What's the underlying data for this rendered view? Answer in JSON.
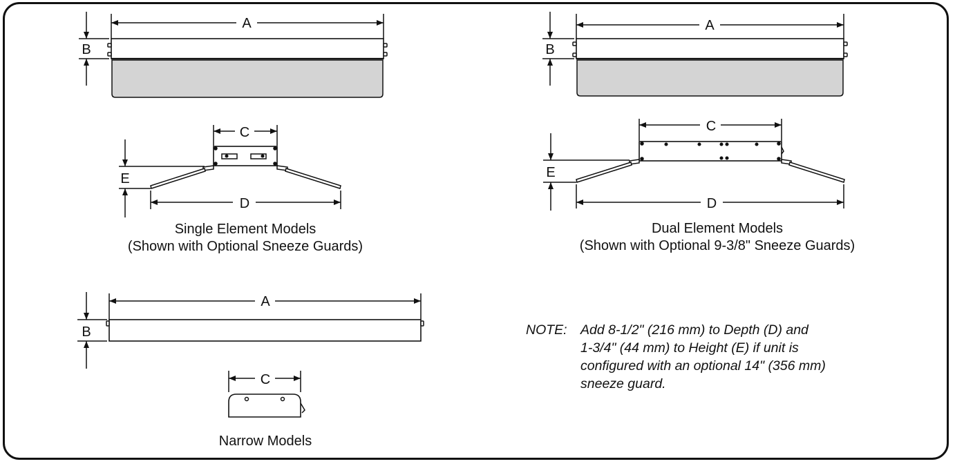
{
  "dimension_labels": {
    "a": "A",
    "b": "B",
    "c": "C",
    "d": "D",
    "e": "E"
  },
  "single": {
    "caption_line1": "Single Element Models",
    "caption_line2": "(Shown with Optional Sneeze Guards)"
  },
  "dual": {
    "caption_line1": "Dual Element Models",
    "caption_line2": "(Shown with Optional 9-3/8\" Sneeze Guards)"
  },
  "narrow": {
    "caption": "Narrow Models"
  },
  "note": {
    "prefix": "NOTE:",
    "lines": [
      "Add 8-1/2\" (216 mm) to Depth (D) and",
      "1-3/4\" (44 mm) to  Height (E) if unit is",
      "configured with an optional 14\" (356 mm)",
      "sneeze guard."
    ]
  },
  "colors": {
    "line": "#111111",
    "glass": "#d4d4d4",
    "background": "#ffffff"
  }
}
